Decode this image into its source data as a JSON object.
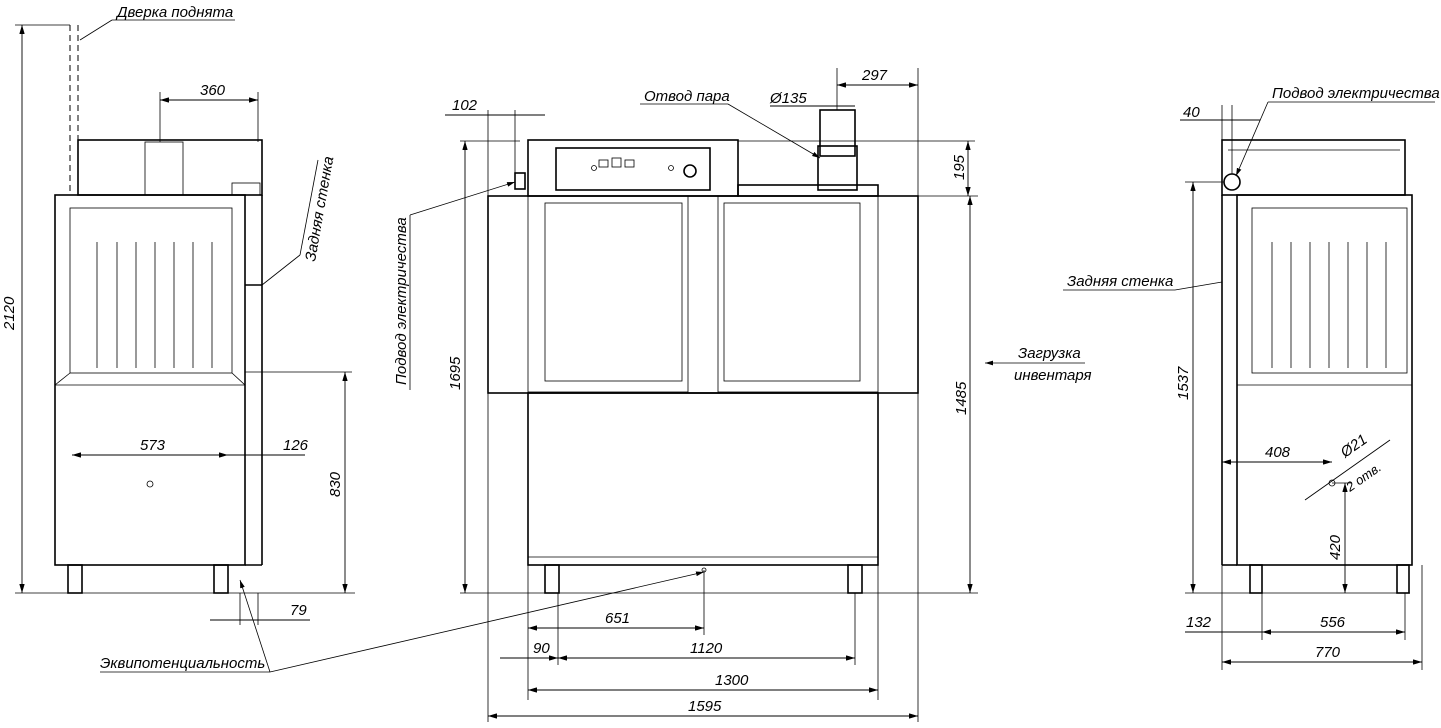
{
  "labels": {
    "door_raised": "Дверка поднята",
    "back_wall_left": "Задняя стенка",
    "equipotential": "Эквипотенциальность",
    "steam_outlet": "Отвод пара",
    "power_supply_front": "Подвод электричества",
    "loading_line1": "Загрузка",
    "loading_line2": "инвентаря",
    "power_supply_right": "Подвод электричества",
    "back_wall_right": "Задняя стенка",
    "holes_count": "2 отв."
  },
  "dimensions": {
    "side": {
      "height_total": "2120",
      "top_width": "360",
      "inner_width": "573",
      "offset": "126",
      "lower_height": "830",
      "leg_offset": "79"
    },
    "front": {
      "connector_offset": "102",
      "pipe_diameter": "Ø135",
      "pipe_offset": "297",
      "top_height": "195",
      "height_to_top": "1695",
      "body_height": "1485",
      "equip_offset": "651",
      "leg_edge": "90",
      "leg_spacing": "1120",
      "body_width": "1300",
      "total_width": "1595"
    },
    "right": {
      "connector_offset": "40",
      "height": "1537",
      "hole_x": "408",
      "hole_diameter": "Ø21",
      "hole_height": "420",
      "leg_offset": "132",
      "leg_spacing": "556",
      "total_depth": "770"
    }
  }
}
